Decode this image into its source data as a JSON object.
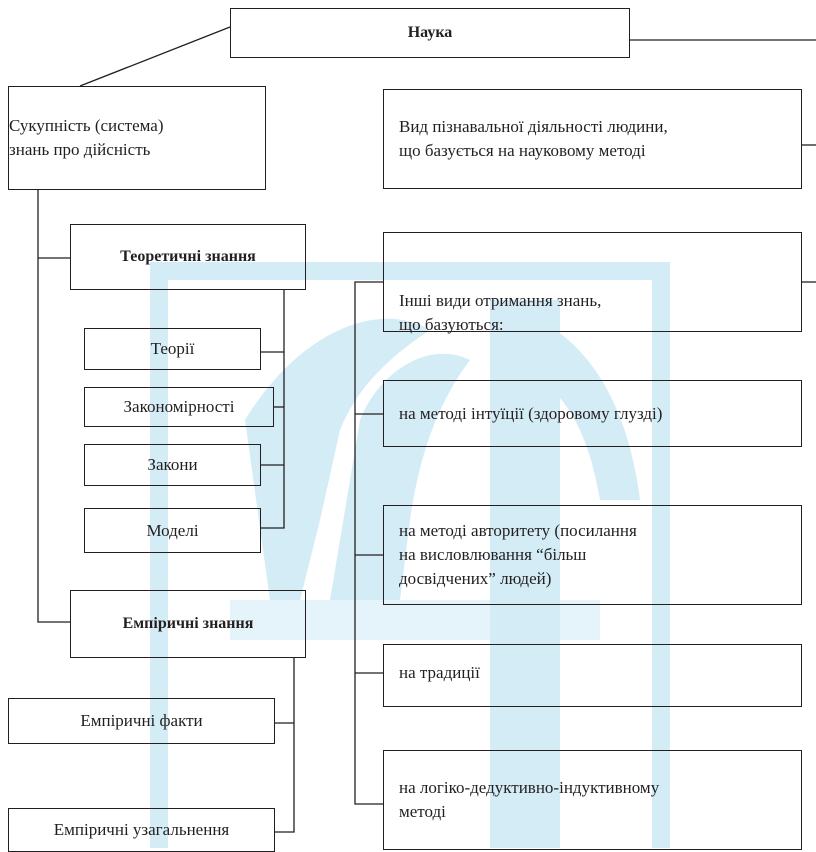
{
  "root": {
    "title": "Наука"
  },
  "definitions": {
    "system": "Сукупність (система)\nзнань про дійсність",
    "activity": "Вид пізнавальної діяльності людини,\nщо базується на науковому методі",
    "other": "Інші види отримання знань,\nщо базуються:"
  },
  "theoretical": {
    "title": "Теоретичні знання",
    "items": [
      "Теорії",
      "Закономірності",
      "Закони",
      "Моделі"
    ]
  },
  "empirical": {
    "title": "Емпіричні знання",
    "items": [
      "Емпіричні факти",
      "Емпіричні узагальнення"
    ]
  },
  "methods": [
    "на методі інтуїції (здоровому глузді)",
    "на методі авторитету (посилання\nна висловлювання “більш\nдосвідчених” людей)",
    "на традиції",
    "на логіко-дедуктивно-індуктивному\nметоді"
  ],
  "colors": {
    "line": "#231f20",
    "watermark": "#d3ecf6"
  }
}
